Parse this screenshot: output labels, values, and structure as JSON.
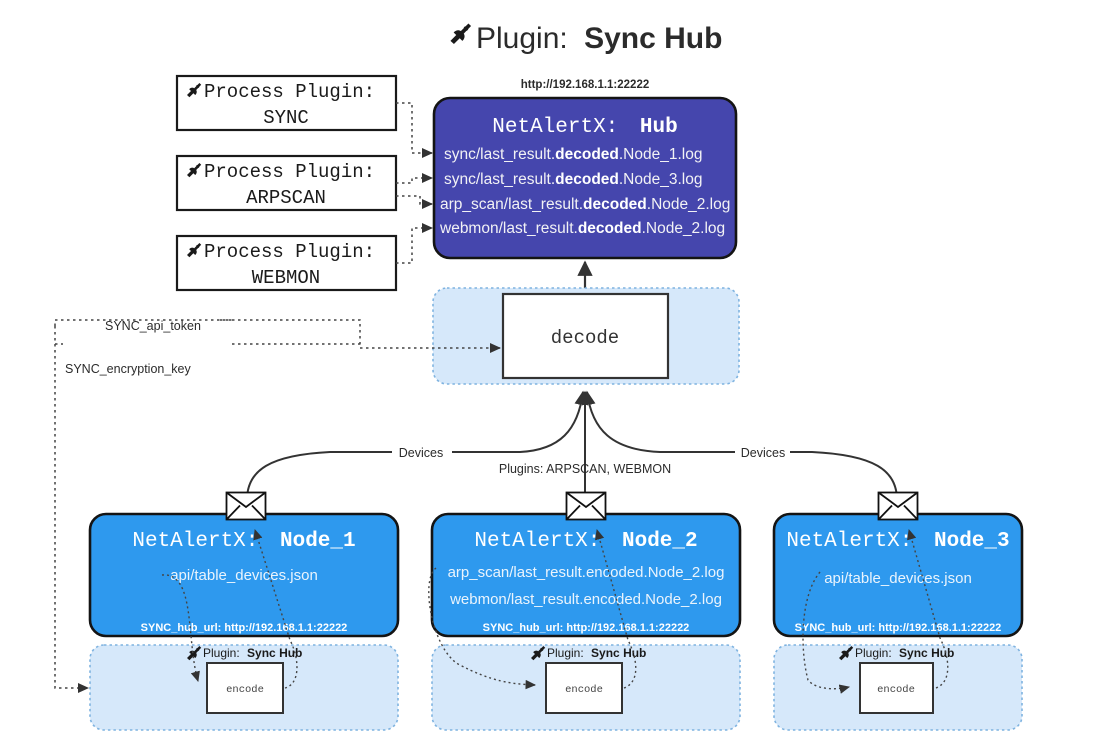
{
  "title": {
    "icon": "plug-icon",
    "prefix": "Plugin:",
    "name": "Sync Hub"
  },
  "colors": {
    "hub_fill": "#4546ad",
    "node_fill": "#2e99ee",
    "container_fill": "#d6e8fa",
    "container_border": "#7fb3e0",
    "stroke": "#333333",
    "page_bg": "#ffffff"
  },
  "process_plugins": [
    {
      "icon": "plug-icon",
      "prefix": "Process Plugin:",
      "name": "SYNC"
    },
    {
      "icon": "plug-icon",
      "prefix": "Process Plugin:",
      "name": "ARPSCAN"
    },
    {
      "icon": "plug-icon",
      "prefix": "Process Plugin:",
      "name": "WEBMON"
    }
  ],
  "hub": {
    "url": "http://192.168.1.1:22222",
    "title_prefix": "NetAlertX:",
    "title_name": "Hub",
    "logs": [
      {
        "pre": "sync/last_result.",
        "em": "decoded",
        "post": ".Node_1.log"
      },
      {
        "pre": "sync/last_result.",
        "em": "decoded",
        "post": ".Node_3.log"
      },
      {
        "pre": "arp_scan/last_result.",
        "em": "decoded",
        "post": ".Node_2.log"
      },
      {
        "pre": "webmon/last_result.",
        "em": "decoded",
        "post": ".Node_2.log"
      }
    ]
  },
  "decode": {
    "label": "decode"
  },
  "secrets": [
    {
      "label": "SYNC_api_token"
    },
    {
      "label": "SYNC_encryption_key"
    }
  ],
  "edge_labels": {
    "devices_left": "Devices",
    "devices_right": "Devices",
    "plugins_center": "Plugins: ARPSCAN, WEBMON"
  },
  "nodes": [
    {
      "title_prefix": "NetAlertX:",
      "title_name": "Node_1",
      "lines": [
        "api/table_devices.json"
      ],
      "footer": "SYNC_hub_url: http://192.168.1.1:22222",
      "plugin_label_prefix": "Plugin:",
      "plugin_label_name": "Sync Hub",
      "encode_label": "encode"
    },
    {
      "title_prefix": "NetAlertX:",
      "title_name": "Node_2",
      "lines": [
        "arp_scan/last_result.encoded.Node_2.log",
        "webmon/last_result.encoded.Node_2.log"
      ],
      "footer": "SYNC_hub_url: http://192.168.1.1:22222",
      "plugin_label_prefix": "Plugin:",
      "plugin_label_name": "Sync Hub",
      "encode_label": "encode"
    },
    {
      "title_prefix": "NetAlertX:",
      "title_name": "Node_3",
      "lines": [
        "api/table_devices.json"
      ],
      "footer": "SYNC_hub_url: http://192.168.1.1:22222",
      "plugin_label_prefix": "Plugin:",
      "plugin_label_name": "Sync Hub",
      "encode_label": "encode"
    }
  ],
  "icons": {
    "envelope": "envelope-icon",
    "plug": "plug-icon"
  }
}
